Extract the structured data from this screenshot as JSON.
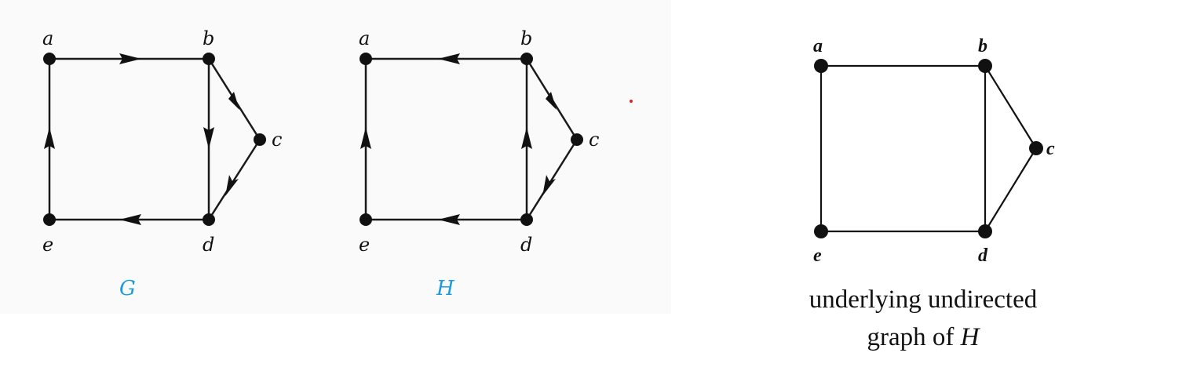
{
  "graphs": [
    {
      "name": "G",
      "vertices": [
        "a",
        "b",
        "c",
        "d",
        "e"
      ],
      "edges": [
        {
          "from": "a",
          "to": "b",
          "directed": true
        },
        {
          "from": "b",
          "to": "c",
          "directed": true
        },
        {
          "from": "c",
          "to": "d",
          "directed": true
        },
        {
          "from": "b",
          "to": "d",
          "directed": true
        },
        {
          "from": "d",
          "to": "e",
          "directed": true
        },
        {
          "from": "e",
          "to": "a",
          "directed": true
        }
      ]
    },
    {
      "name": "H",
      "vertices": [
        "a",
        "b",
        "c",
        "d",
        "e"
      ],
      "edges": [
        {
          "from": "b",
          "to": "a",
          "directed": true
        },
        {
          "from": "b",
          "to": "c",
          "directed": true
        },
        {
          "from": "c",
          "to": "d",
          "directed": true
        },
        {
          "from": "d",
          "to": "b",
          "directed": true
        },
        {
          "from": "d",
          "to": "e",
          "directed": true
        },
        {
          "from": "e",
          "to": "a",
          "directed": true
        }
      ]
    },
    {
      "name": "",
      "vertices": [
        "a",
        "b",
        "c",
        "d",
        "e"
      ],
      "edges": [
        {
          "from": "a",
          "to": "b",
          "directed": false
        },
        {
          "from": "b",
          "to": "c",
          "directed": false
        },
        {
          "from": "c",
          "to": "d",
          "directed": false
        },
        {
          "from": "b",
          "to": "d",
          "directed": false
        },
        {
          "from": "d",
          "to": "e",
          "directed": false
        },
        {
          "from": "e",
          "to": "a",
          "directed": false
        }
      ]
    }
  ],
  "caption": {
    "line1": "underlying undirected",
    "line2_prefix": "graph of ",
    "line2_var": "H"
  },
  "colors": {
    "graph_name": "#1a9be0",
    "stray_dot": "#e02020"
  }
}
